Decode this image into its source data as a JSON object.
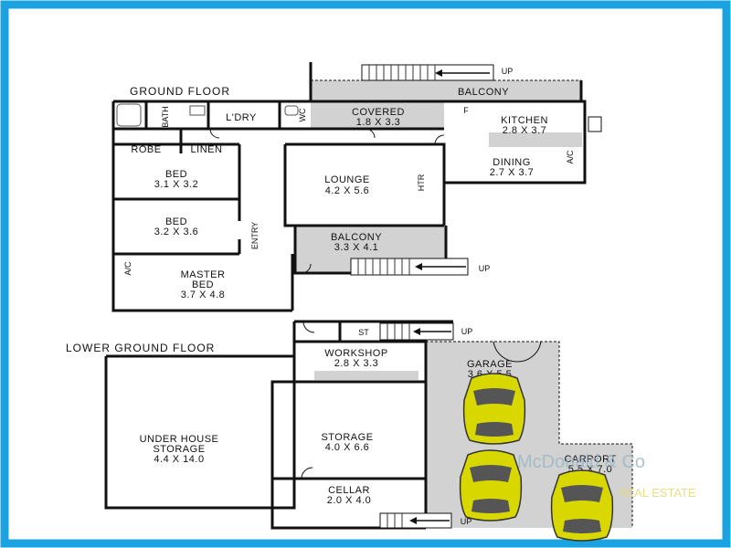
{
  "labels": {
    "ground_floor": "GROUND FLOOR",
    "lower_ground_floor": "LOWER GROUND FLOOR",
    "up": "UP",
    "balcony_top": "BALCONY",
    "covered": "COVERED",
    "covered_dim": "1.8 X 3.3",
    "kitchen": "KITCHEN",
    "kitchen_dim": "2.8 X 3.7",
    "dining": "DINING",
    "dining_dim": "2.7 X 3.7",
    "bath": "BATH",
    "ldry": "L'DRY",
    "wc": "WC",
    "robe": "ROBE",
    "linen": "LINEN",
    "bed1": "BED",
    "bed1_dim": "3.1 X 3.2",
    "bed2": "BED",
    "bed2_dim": "3.2  X 3.6",
    "lounge": "LOUNGE",
    "lounge_dim": "4.2 X 5.6",
    "htr": "HTR",
    "entry": "ENTRY",
    "balcony_mid": "BALCONY",
    "balcony_mid_dim": "3.3 X 4.1",
    "ac": "A/C",
    "master": "MASTER",
    "master_bed": "BED",
    "master_dim": "3.7 X 4.8",
    "st": "ST",
    "workshop": "WORKSHOP",
    "workshop_dim": "2.8 X 3.3",
    "garage": "GARAGE",
    "garage_dim": "3.6 X 5.5",
    "under_house_1": "UNDER HOUSE",
    "under_house_2": "STORAGE",
    "under_house_dim": "4.4 X 14.0",
    "storage": "STORAGE",
    "storage_dim": "4.0 X 6.6",
    "carport": "CARPORT",
    "carport_dim": "5.5 X 7.0",
    "cellar": "CELLAR",
    "cellar_dim": "2.0 X 4.0",
    "fridge": "F"
  },
  "watermark": {
    "brand": "McDonald & Co",
    "sub": "REAL ESTATE"
  },
  "colors": {
    "frame": "#1aa3e0",
    "grey_area": "#d2d2d2",
    "car_body": "#d8d800"
  },
  "icons": [
    "car-icon",
    "arrow-left-icon",
    "door-swing-icon"
  ]
}
